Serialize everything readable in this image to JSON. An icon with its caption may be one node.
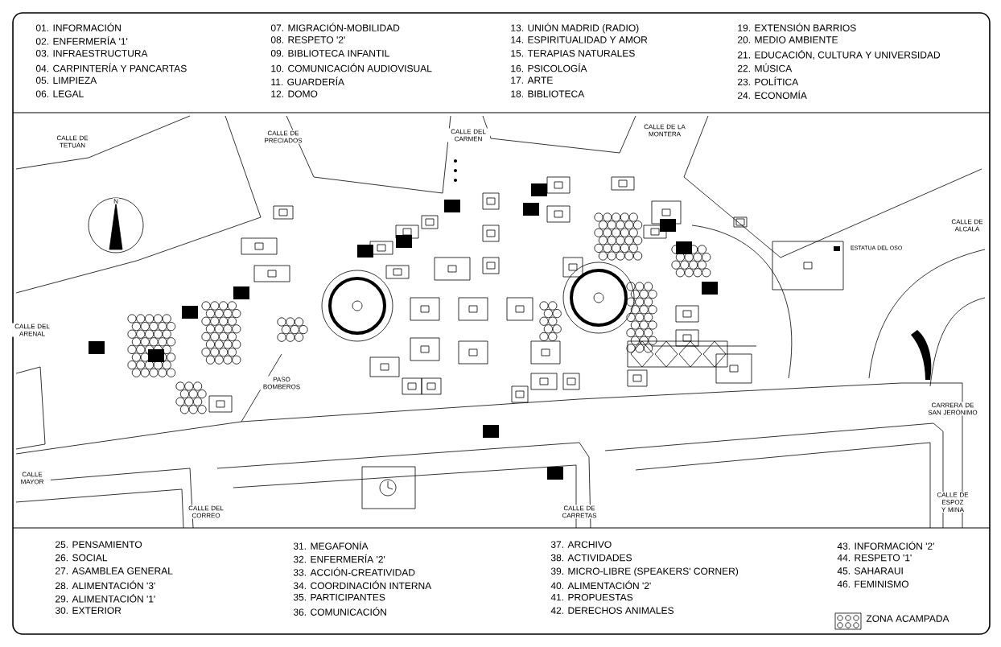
{
  "diagram": {
    "labels": [
      "01. INFORMACIÓN",
      "02. ENFERMERÍA '1'",
      "03. INFRAESTRUCTURA",
      "04. CARPINTERÍA Y PANCARTAS",
      "05. LIMPIEZA",
      "06. LEGAL",
      "07. MIGRACIÓN-MOBILIDAD",
      "08. RESPETO '2'",
      "09. BIBLIOTECA INFANTIL",
      "10. COMUNICACIÓN AUDIOVISUAL",
      "11. GUARDERÍA",
      "12. DOMO",
      "13. UNIÓN MADRID (RADIO)",
      "14. ESPIRITUALIDAD Y AMOR",
      "15. TERAPIAS NATURALES",
      "16. PSICOLOGÍA",
      "17. ARTE",
      "18. BIBLIOTECA",
      "19. EXTENSIÓN BARRIOS",
      "20. MEDIO AMBIENTE",
      "21. EDUCACIÓN, CULTURA Y UNIVERSIDAD",
      "22. MÚSICA",
      "23. POLÍTICA",
      "24. ECONOMÍA",
      "CALLE DE TETUÁN",
      "CALLE DE PRECIADOS",
      "CALLE DEL CARMEN",
      "CALLE DE LA MONTERA",
      "N",
      "ESTATUA DEL OSO",
      "CALLE DE ALCALÁ",
      "CALLE DEL ARENAL",
      "PASO BOMBEROS",
      "CARRERA DE SAN JERÓNIMO",
      "CALLE MAYOR",
      "CALLE DEL CORREO",
      "CALLE DE CARRETAS",
      "CALLE DE ESPOZ Y MINA",
      "25. PENSAMIENTO",
      "26. SOCIAL",
      "27. ASAMBLEA GENERAL",
      "28. ALIMENTACIÓN '3'",
      "29. ALIMENTACIÓN '1'",
      "30. EXTERIOR",
      "31. MEGAFONÍA",
      "32. ENFERMERÍA '2'",
      "33. ACCIÓN-CREATIVIDAD",
      "34. COORDINACIÓN INTERNA",
      "35. PARTICIPANTES",
      "36. COMUNICACIÓN",
      "37. ARCHIVO",
      "38. ACTIVIDADES",
      "39. MICRO-LIBRE (SPEAKERS' CORNER)",
      "40. ALIMENTACIÓN '2'",
      "41. PROPUESTAS",
      "42. DERECHOS ANIMALES",
      "43. INFORMACIÓN '2'",
      "44. RESPETO '1'",
      "45. SAHARAUI",
      "46. FEMINISMO"
    ],
    "legend": [
      {
        "text": "ZONA ACAMPADA"
      }
    ]
  }
}
